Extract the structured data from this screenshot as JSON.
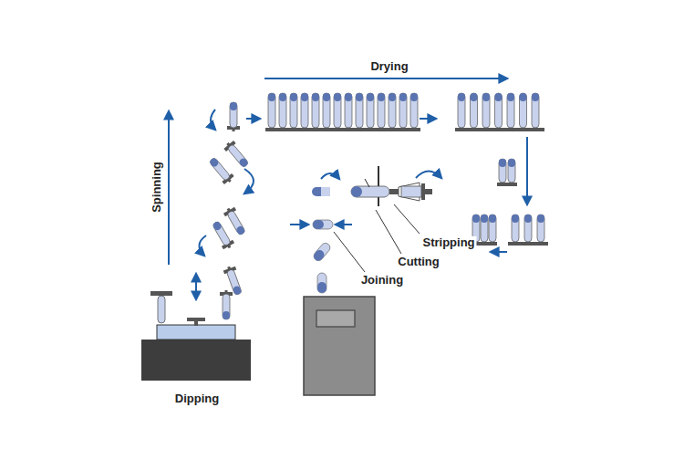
{
  "diagram": {
    "labels": [
      "Drying",
      "Spinning",
      "Stripping",
      "Cutting",
      "Joining",
      "Dipping"
    ]
  }
}
